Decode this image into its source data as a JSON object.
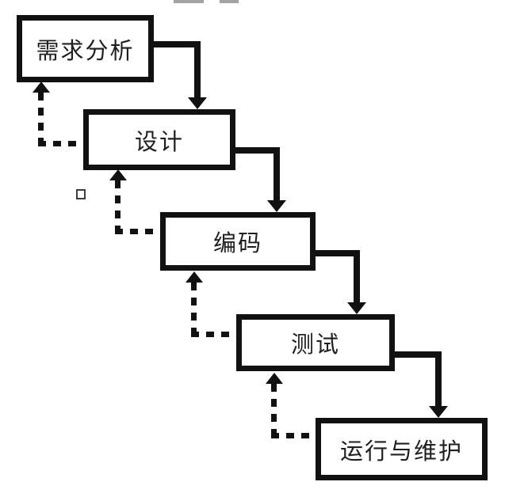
{
  "diagram": {
    "model": "waterfall",
    "stages": [
      {
        "id": "requirements",
        "label": "需求分析"
      },
      {
        "id": "design",
        "label": "设计"
      },
      {
        "id": "coding",
        "label": "编码"
      },
      {
        "id": "testing",
        "label": "测试"
      },
      {
        "id": "maintenance",
        "label": "运行与维护"
      }
    ],
    "edges": [
      {
        "from": "需求分析",
        "to": "设计",
        "style": "solid",
        "direction": "forward"
      },
      {
        "from": "设计",
        "to": "编码",
        "style": "solid",
        "direction": "forward"
      },
      {
        "from": "编码",
        "to": "测试",
        "style": "solid",
        "direction": "forward"
      },
      {
        "from": "测试",
        "to": "运行与维护",
        "style": "solid",
        "direction": "forward"
      },
      {
        "from": "设计",
        "to": "需求分析",
        "style": "dashed",
        "direction": "feedback"
      },
      {
        "from": "编码",
        "to": "设计",
        "style": "dashed",
        "direction": "feedback"
      },
      {
        "from": "测试",
        "to": "编码",
        "style": "dashed",
        "direction": "feedback"
      },
      {
        "from": "运行与维护",
        "to": "测试",
        "style": "dashed",
        "direction": "feedback"
      }
    ],
    "colors": {
      "line": "#111111",
      "text": "#1f1f1f",
      "background": "#ffffff"
    }
  }
}
